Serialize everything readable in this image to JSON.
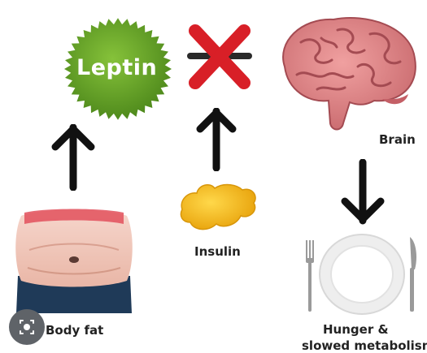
{
  "labels": {
    "leptin": "Leptin",
    "brain": "Brain",
    "insulin": "Insulin",
    "body_fat": "Body fat",
    "hunger_line1": "Hunger &",
    "hunger_line2": "slowed metabolism"
  },
  "icons": {
    "leptin_badge": "green-seal-icon",
    "block": "red-x-icon",
    "brain": "brain-icon",
    "insulin": "insulin-blob-icon",
    "belly": "belly-icon",
    "plate": "plate-icon",
    "fork": "fork-icon",
    "knife": "knife-icon",
    "lens": "lens-icon"
  },
  "colors": {
    "leptin_green": "#6aa62a",
    "block_red": "#e0222c",
    "brain_pink": "#e68a8c",
    "insulin_yellow": "#f2b614",
    "arrow": "#111111"
  }
}
